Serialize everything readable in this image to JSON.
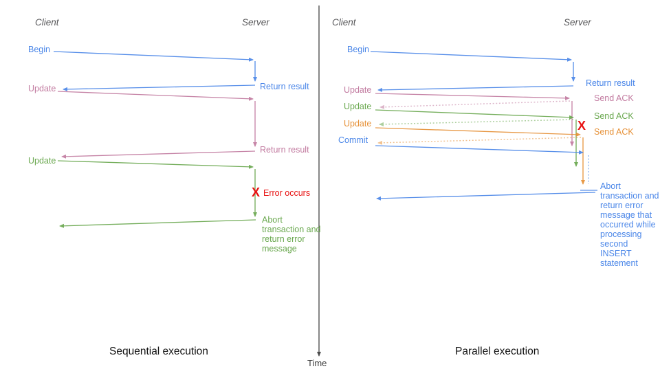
{
  "colors": {
    "blue": "#4a86e8",
    "pink": "#c27ba0",
    "green": "#6aa84f",
    "orange": "#e69138",
    "red": "#e81111",
    "axis": "#3d3d3d",
    "heading": "#58585a",
    "title": "#111111"
  },
  "left_panel": {
    "title": "Sequential execution",
    "client_header": "Client",
    "server_header": "Server",
    "begin_label": "Begin",
    "return_result_1": "Return result",
    "update_1": "Update",
    "return_result_2": "Return result",
    "update_2": "Update",
    "error_marker": "X",
    "error_label": "Error occurs",
    "abort_label": "Abort transaction and return error message"
  },
  "right_panel": {
    "title": "Parallel execution",
    "client_header": "Client",
    "server_header": "Server",
    "begin_label": "Begin",
    "return_result": "Return result",
    "update_1": "Update",
    "send_ack_1": "Send ACK",
    "update_2": "Update",
    "send_ack_2": "Send ACK",
    "update_3": "Update",
    "send_ack_3": "Send ACK",
    "commit_label": "Commit",
    "error_marker": "X",
    "abort_label": "Abort transaction and return error message that occurred while processing second INSERT statement"
  },
  "time_axis": {
    "label": "Time"
  }
}
